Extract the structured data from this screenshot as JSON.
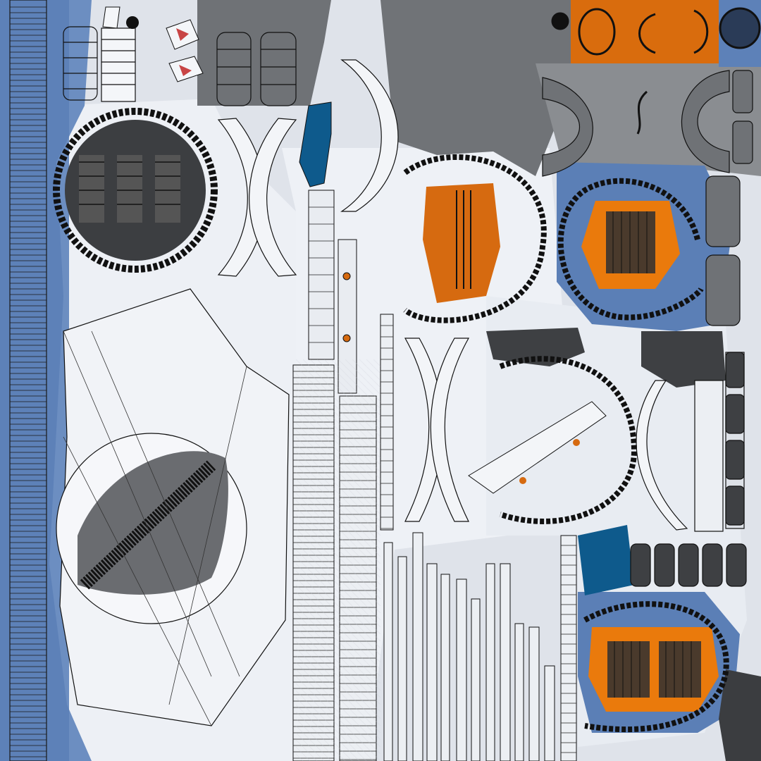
{
  "texture": {
    "colors": {
      "background": "#dfe3ea",
      "lightPanel": "#eef1f6",
      "blue": "#5d81b8",
      "deepBlue": "#0e5a8c",
      "orange": "#d66a10",
      "orangeBright": "#ea7a0c",
      "darkGray": "#3f4144",
      "midGray": "#6f7276",
      "wire": "#111111"
    },
    "icons": [
      "uv-island-strip",
      "ring-island",
      "arc-island",
      "orange-shell-island",
      "tire-island",
      "hub-island"
    ]
  }
}
